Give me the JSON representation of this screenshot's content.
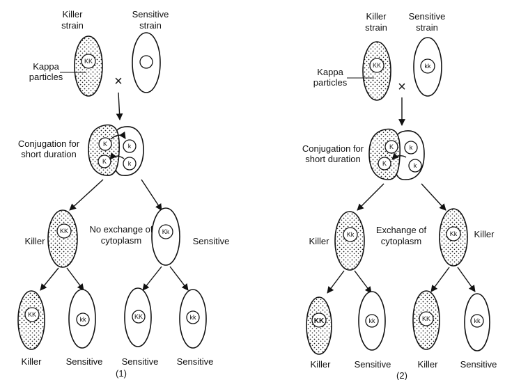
{
  "panel1": {
    "header_killer": [
      "Killer",
      "strain"
    ],
    "header_sensitive": [
      "Sensitive",
      "strain"
    ],
    "kappa_label": [
      "Kappa",
      "particles"
    ],
    "cross_symbol": "×",
    "parent_killer_nucleus": "KK",
    "conjugation_label": [
      "Conjugation for",
      "short duration"
    ],
    "conj_nuclei": [
      "K",
      "k",
      "K",
      "k"
    ],
    "gen1_left_label": "Killer",
    "gen1_left_nucleus": "KK",
    "exchange_label": [
      "No exchange of",
      "cytoplasm"
    ],
    "gen1_right_label": "Sensitive",
    "gen1_right_nucleus": "Kk",
    "gen2_nuclei": [
      "KK",
      "kk",
      "KK",
      "kk"
    ],
    "gen2_labels": [
      "Killer",
      "Sensitive",
      "Sensitive",
      "Sensitive"
    ],
    "panel_number": "(1)"
  },
  "panel2": {
    "header_killer": [
      "Killer",
      "strain"
    ],
    "header_sensitive": [
      "Sensitive",
      "strain"
    ],
    "kappa_label": [
      "Kappa",
      "particles"
    ],
    "cross_symbol": "×",
    "parent_killer_nucleus": "KK",
    "parent_sensitive_nucleus": "kk",
    "conjugation_label": [
      "Conjugation for",
      "short duration"
    ],
    "conj_nuclei": [
      "K",
      "k",
      "K",
      "k"
    ],
    "gen1_left_label": "Killer",
    "gen1_left_nucleus": "Kk",
    "exchange_label": [
      "Exchange of",
      "cytoplasm"
    ],
    "gen1_right_label": "Killer",
    "gen1_right_nucleus": "Kk",
    "gen2_nuclei": [
      "KK",
      "kk",
      "KK",
      "kk"
    ],
    "gen2_labels": [
      "Killer",
      "Sensitive",
      "Killer",
      "Sensitive"
    ],
    "panel_number": "(2)"
  }
}
